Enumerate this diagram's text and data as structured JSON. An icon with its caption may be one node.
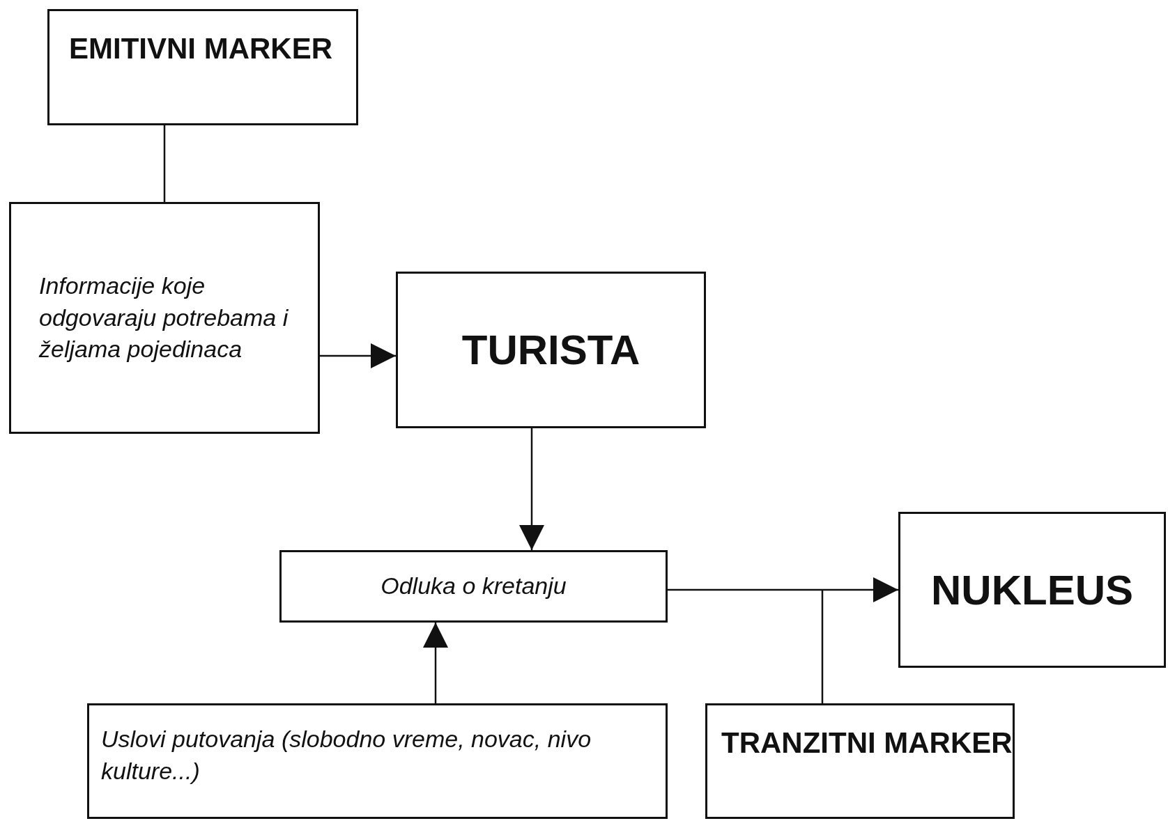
{
  "diagram": {
    "nodes": [
      {
        "text": [
          "EMITIVNI MARKER"
        ]
      },
      {
        "text": [
          "Informacije koje odgovaraju potrebama i željama pojedinaca"
        ]
      },
      {
        "text": [
          "TURISTA"
        ]
      },
      {
        "text": [
          "Odluka o kretanju"
        ]
      },
      {
        "text": [
          "NUKLEUS"
        ]
      },
      {
        "text": [
          "Uslovi putovanja (slobodno vreme, novac, nivo kulture...)"
        ]
      },
      {
        "text": [
          "TRANZITNI MARKER"
        ]
      }
    ],
    "edges": [
      {
        "from": 0,
        "to": 1,
        "arrow": "none"
      },
      {
        "from": 1,
        "to": 2,
        "arrow": "to"
      },
      {
        "from": 2,
        "to": 3,
        "arrow": "to"
      },
      {
        "from": 5,
        "to": 3,
        "arrow": "to"
      },
      {
        "from": 3,
        "to": 4,
        "arrow": "to"
      },
      {
        "from": 6,
        "to": null,
        "arrow": "none"
      }
    ]
  }
}
